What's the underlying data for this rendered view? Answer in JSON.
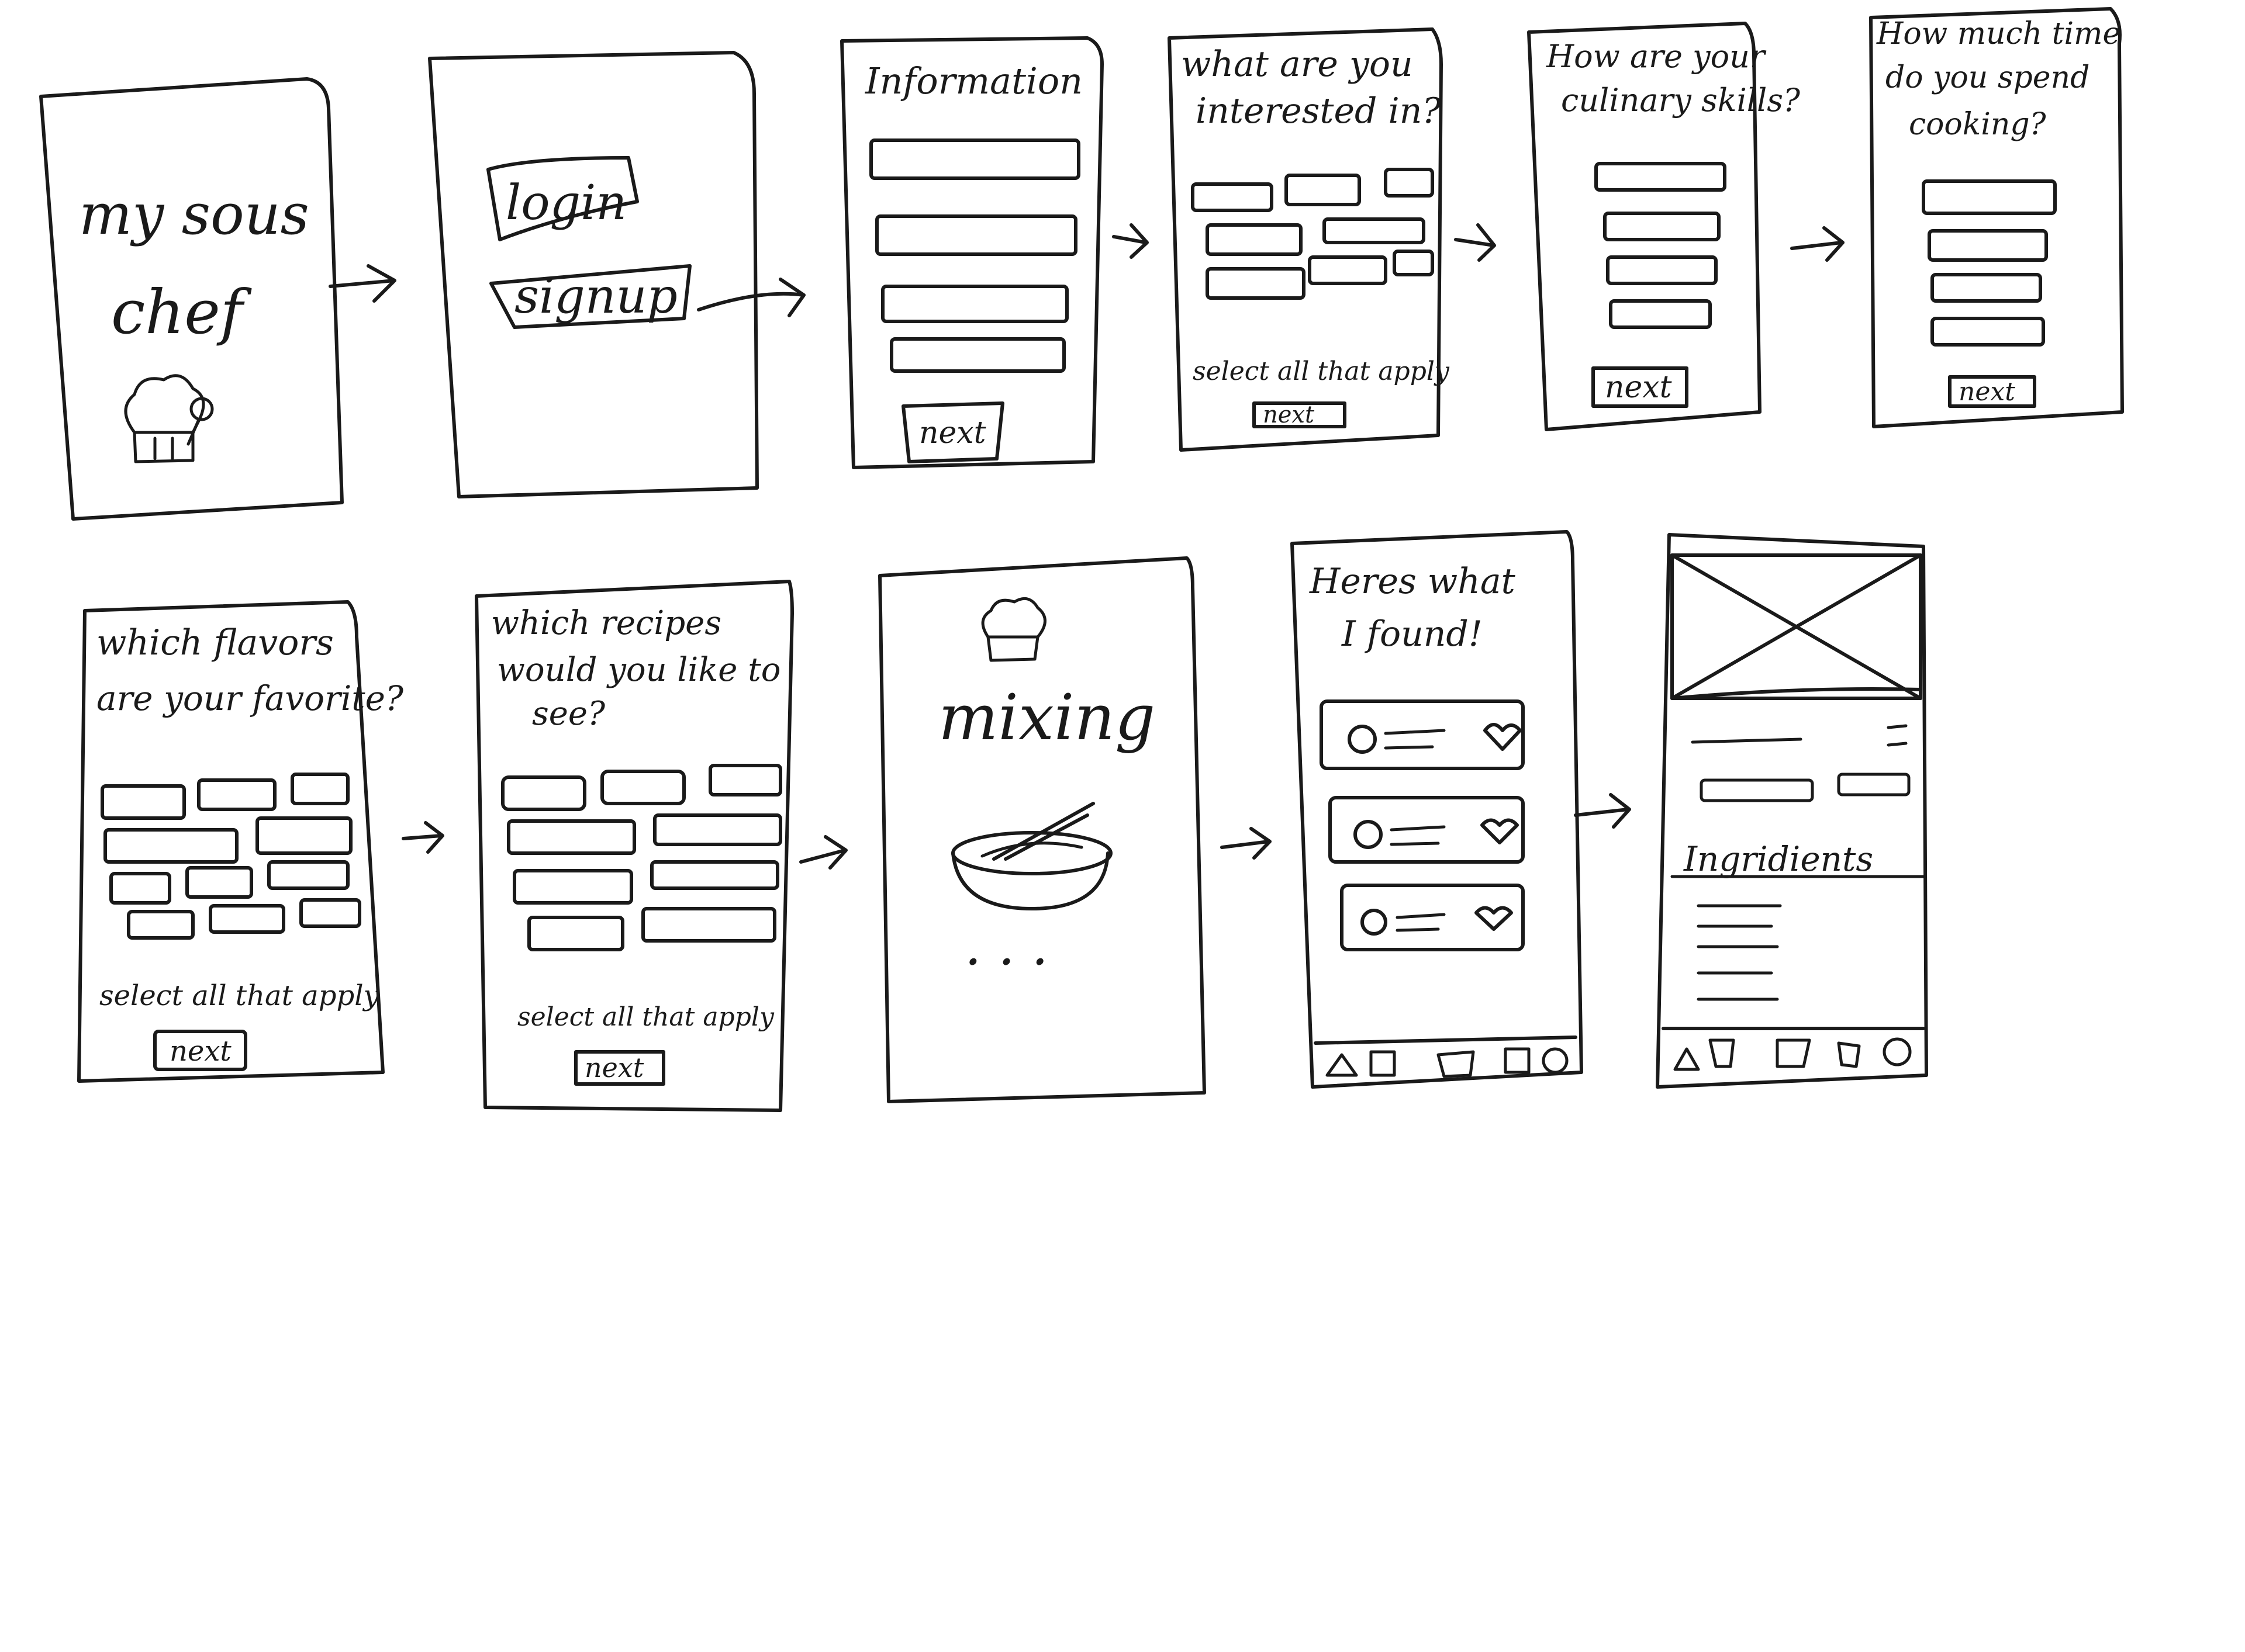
{
  "frames": {
    "splash_title_line1": "my sous",
    "splash_title_line2": "chef",
    "login_label": "login",
    "signup_label": "signup",
    "info_title": "Information",
    "next_label": "next",
    "interests_title_line1": "what are you",
    "interests_title_line2": "interested in?",
    "select_all": "select all that apply",
    "skills_title_line1": "How are your",
    "skills_title_line2": "culinary skills?",
    "time_title_line1": "How much time",
    "time_title_line2": "do you spend",
    "time_title_line3": "cooking?",
    "flavors_title_line1": "which flavors",
    "flavors_title_line2": "are your favorite?",
    "recipes_title_line1": "which recipes",
    "recipes_title_line2": "would you like to",
    "recipes_title_line3": "see?",
    "mixing_label": "mixing",
    "mixing_dots": ". . .",
    "results_title_line1": "Heres what",
    "results_title_line2": "I found!",
    "ingredients_label": "Ingridients"
  }
}
